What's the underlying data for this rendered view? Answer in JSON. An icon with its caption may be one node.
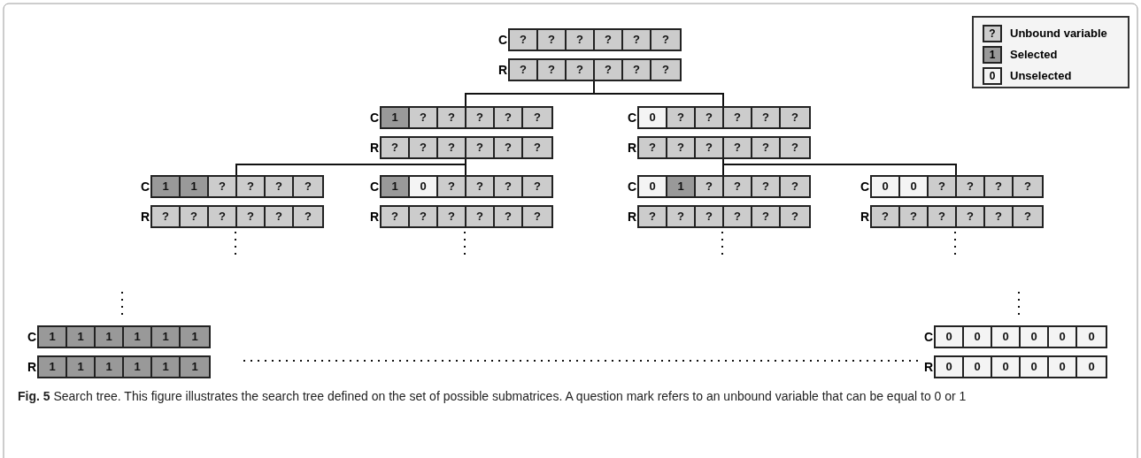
{
  "diagram": {
    "caption": "**Fig. 5** Search tree. This figure illustrates the search tree defined on the set of possible submatrices. A question mark refers to an unbound variable that can be equal to 0 or 1",
    "nodes": [
      {
        "text": [
          "C"
        ]
      },
      {
        "text": [
          "?"
        ],
        "in": 0
      },
      {
        "text": [
          "?"
        ],
        "in": 0
      },
      {
        "text": [
          "?"
        ],
        "in": 0
      },
      {
        "text": [
          "?"
        ],
        "in": 0
      },
      {
        "text": [
          "?"
        ],
        "in": 0
      },
      {
        "text": [
          "?"
        ],
        "in": 0
      },
      {
        "text": [
          "R"
        ]
      },
      {
        "text": [
          "?"
        ],
        "in": 7
      },
      {
        "text": [
          "?"
        ],
        "in": 7
      },
      {
        "text": [
          "?"
        ],
        "in": 7
      },
      {
        "text": [
          "?"
        ],
        "in": 7
      },
      {
        "text": [
          "?"
        ],
        "in": 7
      },
      {
        "text": [
          "?"
        ],
        "in": 7
      },
      {
        "text": [
          "C"
        ]
      },
      {
        "text": [
          "1"
        ],
        "in": 14
      },
      {
        "text": [
          "?"
        ],
        "in": 14
      },
      {
        "text": [
          "?"
        ],
        "in": 14
      },
      {
        "text": [
          "?"
        ],
        "in": 14
      },
      {
        "text": [
          "?"
        ],
        "in": 14
      },
      {
        "text": [
          "?"
        ],
        "in": 14
      },
      {
        "text": [
          "R"
        ]
      },
      {
        "text": [
          "?"
        ],
        "in": 21
      },
      {
        "text": [
          "?"
        ],
        "in": 21
      },
      {
        "text": [
          "?"
        ],
        "in": 21
      },
      {
        "text": [
          "?"
        ],
        "in": 21
      },
      {
        "text": [
          "?"
        ],
        "in": 21
      },
      {
        "text": [
          "?"
        ],
        "in": 21
      },
      {
        "text": [
          "C"
        ]
      },
      {
        "text": [
          "0"
        ],
        "in": 28
      },
      {
        "text": [
          "?"
        ],
        "in": 28
      },
      {
        "text": [
          "?"
        ],
        "in": 28
      },
      {
        "text": [
          "?"
        ],
        "in": 28
      },
      {
        "text": [
          "?"
        ],
        "in": 28
      },
      {
        "text": [
          "?"
        ],
        "in": 28
      },
      {
        "text": [
          "R"
        ]
      },
      {
        "text": [
          "?"
        ],
        "in": 35
      },
      {
        "text": [
          "?"
        ],
        "in": 35
      },
      {
        "text": [
          "?"
        ],
        "in": 35
      },
      {
        "text": [
          "?"
        ],
        "in": 35
      },
      {
        "text": [
          "?"
        ],
        "in": 35
      },
      {
        "text": [
          "?"
        ],
        "in": 35
      },
      {
        "text": [
          "C"
        ]
      },
      {
        "text": [
          "1"
        ],
        "in": 42
      },
      {
        "text": [
          "1"
        ],
        "in": 42
      },
      {
        "text": [
          "?"
        ],
        "in": 42
      },
      {
        "text": [
          "?"
        ],
        "in": 42
      },
      {
        "text": [
          "?"
        ],
        "in": 42
      },
      {
        "text": [
          "?"
        ],
        "in": 42
      },
      {
        "text": [
          "R"
        ]
      },
      {
        "text": [
          "?"
        ],
        "in": 49
      },
      {
        "text": [
          "?"
        ],
        "in": 49
      },
      {
        "text": [
          "?"
        ],
        "in": 49
      },
      {
        "text": [
          "?"
        ],
        "in": 49
      },
      {
        "text": [
          "?"
        ],
        "in": 49
      },
      {
        "text": [
          "?"
        ],
        "in": 49
      },
      {
        "text": [
          "C"
        ]
      },
      {
        "text": [
          "1"
        ],
        "in": 56
      },
      {
        "text": [
          "0"
        ],
        "in": 56
      },
      {
        "text": [
          "?"
        ],
        "in": 56
      },
      {
        "text": [
          "?"
        ],
        "in": 56
      },
      {
        "text": [
          "?"
        ],
        "in": 56
      },
      {
        "text": [
          "?"
        ],
        "in": 56
      },
      {
        "text": [
          "R"
        ]
      },
      {
        "text": [
          "?"
        ],
        "in": 63
      },
      {
        "text": [
          "?"
        ],
        "in": 63
      },
      {
        "text": [
          "?"
        ],
        "in": 63
      },
      {
        "text": [
          "?"
        ],
        "in": 63
      },
      {
        "text": [
          "?"
        ],
        "in": 63
      },
      {
        "text": [
          "?"
        ],
        "in": 63
      },
      {
        "text": [
          "C"
        ]
      },
      {
        "text": [
          "0"
        ],
        "in": 70
      },
      {
        "text": [
          "1"
        ],
        "in": 70
      },
      {
        "text": [
          "?"
        ],
        "in": 70
      },
      {
        "text": [
          "?"
        ],
        "in": 70
      },
      {
        "text": [
          "?"
        ],
        "in": 70
      },
      {
        "text": [
          "?"
        ],
        "in": 70
      },
      {
        "text": [
          "R"
        ]
      },
      {
        "text": [
          "?"
        ],
        "in": 77
      },
      {
        "text": [
          "?"
        ],
        "in": 77
      },
      {
        "text": [
          "?"
        ],
        "in": 77
      },
      {
        "text": [
          "?"
        ],
        "in": 77
      },
      {
        "text": [
          "?"
        ],
        "in": 77
      },
      {
        "text": [
          "?"
        ],
        "in": 77
      },
      {
        "text": [
          "C"
        ]
      },
      {
        "text": [
          "0"
        ],
        "in": 84
      },
      {
        "text": [
          "0"
        ],
        "in": 84
      },
      {
        "text": [
          "?"
        ],
        "in": 84
      },
      {
        "text": [
          "?"
        ],
        "in": 84
      },
      {
        "text": [
          "?"
        ],
        "in": 84
      },
      {
        "text": [
          "?"
        ],
        "in": 84
      },
      {
        "text": [
          "R"
        ]
      },
      {
        "text": [
          "?"
        ],
        "in": 91
      },
      {
        "text": [
          "?"
        ],
        "in": 91
      },
      {
        "text": [
          "?"
        ],
        "in": 91
      },
      {
        "text": [
          "?"
        ],
        "in": 91
      },
      {
        "text": [
          "?"
        ],
        "in": 91
      },
      {
        "text": [
          "?"
        ],
        "in": 91
      },
      {
        "text": [
          "C"
        ]
      },
      {
        "text": [
          "1"
        ],
        "in": 98
      },
      {
        "text": [
          "1"
        ],
        "in": 98
      },
      {
        "text": [
          "1"
        ],
        "in": 98
      },
      {
        "text": [
          "1"
        ],
        "in": 98
      },
      {
        "text": [
          "1"
        ],
        "in": 98
      },
      {
        "text": [
          "1"
        ],
        "in": 98
      },
      {
        "text": [
          "R"
        ]
      },
      {
        "text": [
          "1"
        ],
        "in": 105
      },
      {
        "text": [
          "1"
        ],
        "in": 105
      },
      {
        "text": [
          "1"
        ],
        "in": 105
      },
      {
        "text": [
          "1"
        ],
        "in": 105
      },
      {
        "text": [
          "1"
        ],
        "in": 105
      },
      {
        "text": [
          "1"
        ],
        "in": 105
      },
      {
        "text": [
          "C"
        ]
      },
      {
        "text": [
          "0"
        ],
        "in": 112
      },
      {
        "text": [
          "0"
        ],
        "in": 112
      },
      {
        "text": [
          "0"
        ],
        "in": 112
      },
      {
        "text": [
          "0"
        ],
        "in": 112
      },
      {
        "text": [
          "0"
        ],
        "in": 112
      },
      {
        "text": [
          "0"
        ],
        "in": 112
      },
      {
        "text": [
          "R"
        ]
      },
      {
        "text": [
          "0"
        ],
        "in": 119
      },
      {
        "text": [
          "0"
        ],
        "in": 119
      },
      {
        "text": [
          "0"
        ],
        "in": 119
      },
      {
        "text": [
          "0"
        ],
        "in": 119
      },
      {
        "text": [
          "0"
        ],
        "in": 119
      },
      {
        "text": [
          "0"
        ],
        "in": 119
      }
    ],
    "edges": [
      {
        "from": 7,
        "to": 14,
        "arrow": "none"
      },
      {
        "from": 7,
        "to": 28,
        "arrow": "none"
      },
      {
        "from": 21,
        "to": 42,
        "arrow": "none"
      },
      {
        "from": 21,
        "to": 56,
        "arrow": "none"
      },
      {
        "from": 35,
        "to": 70,
        "arrow": "none"
      },
      {
        "from": 35,
        "to": 84,
        "arrow": "none"
      }
    ],
    "labels": [
      "?",
      "1",
      "0"
    ],
    "legend": [
      {
        "text": "Unbound variable",
        "color": "#cccccc"
      },
      {
        "text": "Selected",
        "color": "#999999"
      },
      {
        "text": "Unselected",
        "color": "#f4f4f4"
      }
    ]
  }
}
